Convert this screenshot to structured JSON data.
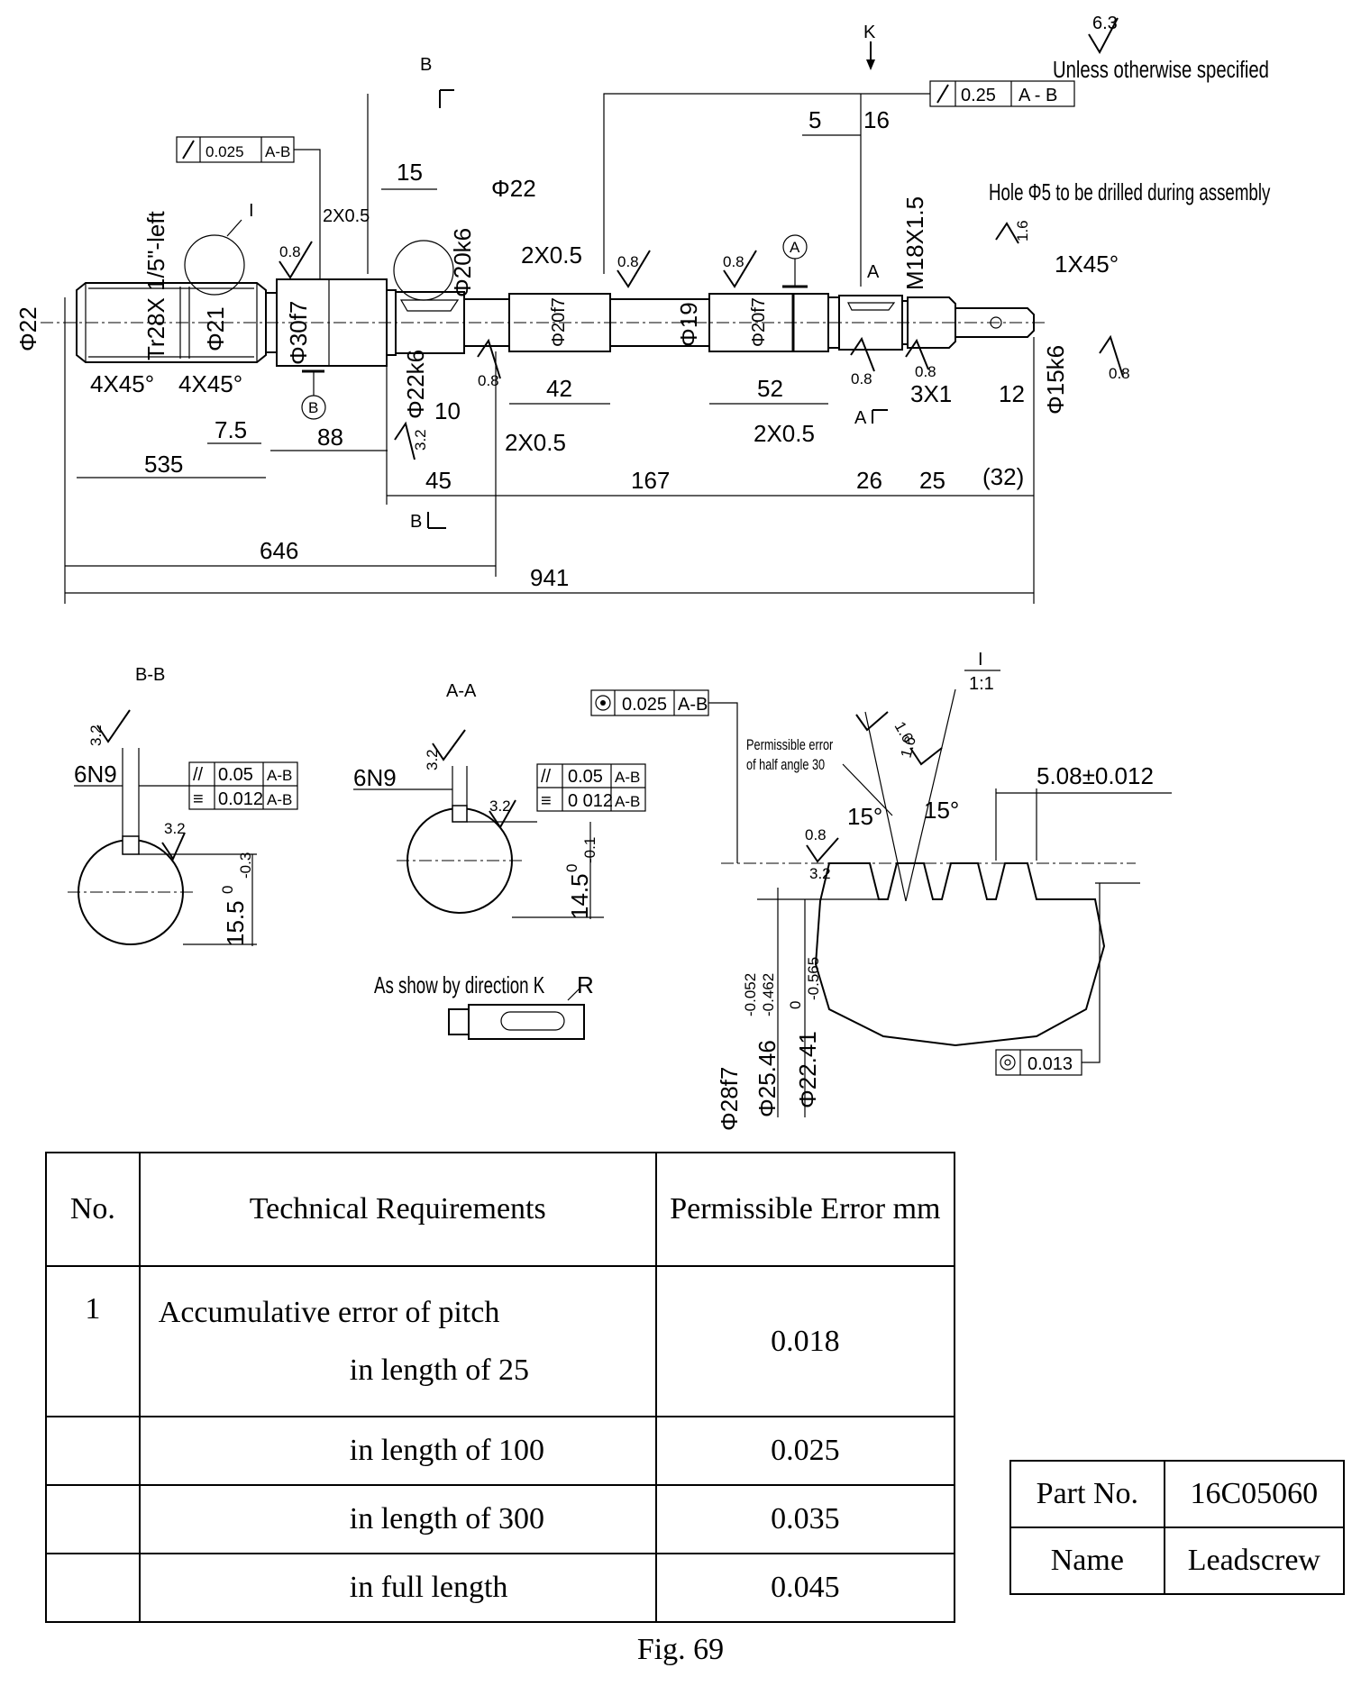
{
  "drawing": {
    "main_view": {
      "surface_note": "Unless otherwise specified",
      "surface_default": "6.3",
      "view_direction": "K",
      "hole_note": "Hole Φ5 to be drilled during assembly",
      "runout_main": [
        "0.25",
        "A - B"
      ],
      "runout_left": [
        "0.025",
        "A-B"
      ],
      "section_b": "B",
      "section_a": "A",
      "detail_mark": "I",
      "datum_a": "A",
      "datum_b": "B",
      "thread": "Tr28X 1/5\"-left",
      "thread_right": "M18X1.5",
      "diameters": [
        "Φ22",
        "Φ21",
        "Φ30f7",
        "Φ22k6",
        "Φ22",
        "Φ20k6",
        "Φ20f7",
        "Φ19",
        "Φ20f7",
        "Φ15k6"
      ],
      "chamfers": [
        "4X45°",
        "4X45°",
        "2X0.5",
        "2X0.5",
        "2X0.5",
        "2X0.5",
        "1X45°",
        "3X1"
      ],
      "roughness": [
        "0.8",
        "0.8",
        "0.8",
        "0.8",
        "0.8",
        "0.8",
        "0.8",
        "3.2",
        "1.6"
      ],
      "dims": [
        "15",
        "5",
        "16",
        "7.5",
        "88",
        "535",
        "10",
        "42",
        "52",
        "12",
        "45",
        "167",
        "26",
        "25",
        "(32)",
        "646",
        "941"
      ]
    },
    "section_bb": {
      "title": "B-B",
      "key": "6N9",
      "depth": "15.5",
      "depth_tol": [
        "0",
        "-0.3"
      ],
      "roughness": [
        "3.2",
        "3.2"
      ],
      "tol1": [
        "//",
        "0.05",
        "A-B"
      ],
      "tol2": [
        "≡",
        "0.012",
        "A-B"
      ]
    },
    "section_aa": {
      "title": "A-A",
      "key": "6N9",
      "depth": "14.5",
      "depth_tol": [
        "0",
        "-0.1"
      ],
      "roughness": [
        "3.2",
        "3.2"
      ],
      "tol1": [
        "//",
        "0.05",
        "A-B"
      ],
      "tol2": [
        "≡",
        "0 012",
        "A-B"
      ],
      "direction_note": "As show by direction K",
      "radius": "R"
    },
    "detail_1": {
      "title": "I",
      "scale": "1:1",
      "pitch": "5.08±0.012",
      "half_angle_left": "15°",
      "half_angle_right": "15°",
      "note": [
        "Permissible error",
        "of half angle 30"
      ],
      "runout": [
        "0.025",
        "A-B"
      ],
      "coax": "0.013",
      "roughness": [
        "1.6",
        "1.6",
        "0.8",
        "3.2"
      ],
      "dia_outer": "Φ28f7",
      "dia_pitch": "Φ25.46",
      "dia_pitch_tol": [
        "-0.052",
        "-0.462"
      ],
      "dia_root": "Φ22.41",
      "dia_root_tol": [
        "0",
        "-0.565"
      ]
    }
  },
  "requirements": {
    "headers": [
      "No.",
      "Technical Requirements",
      "Permissible Error mm"
    ],
    "rows": [
      {
        "no": "1",
        "line1": "Accumulative error of pitch",
        "line2": "in length of 25",
        "error": "0.018"
      },
      {
        "no": "",
        "line2": "in length of 100",
        "error": "0.025"
      },
      {
        "no": "",
        "line2": "in length of 300",
        "error": "0.035"
      },
      {
        "no": "",
        "line2": "in full length",
        "error": "0.045"
      }
    ]
  },
  "part": {
    "part_no_label": "Part No.",
    "part_no": "16C05060",
    "name_label": "Name",
    "name": "Leadscrew"
  },
  "caption": "Fig. 69"
}
